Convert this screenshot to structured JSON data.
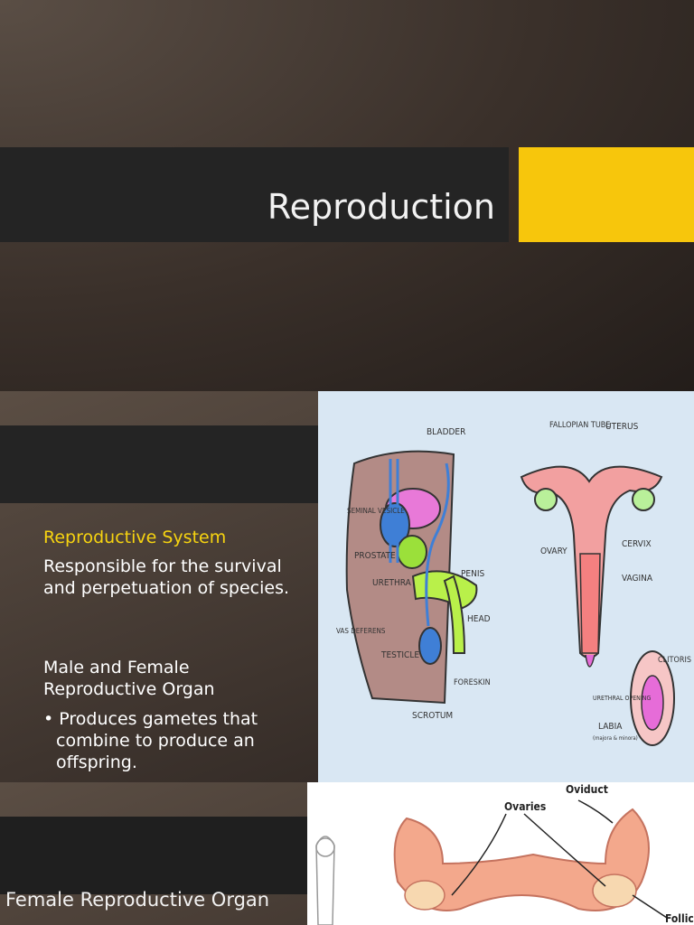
{
  "slide1": {
    "title": "Reproduction"
  },
  "slide2": {
    "subtitle": "Reproductive System",
    "paragraph1": "Responsible for the survival and perpetuation of species.",
    "paragraph2": "Male and Female Reproductive Organ",
    "bullet": "• Produces gametes that combine to produce an offspring.",
    "male_labels": [
      "BLADDER",
      "SEMINAL VESICLE",
      "PROSTATE",
      "URETHRA",
      "PENIS",
      "HEAD",
      "VAS DEFERENS",
      "TESTICLE",
      "FORESKIN",
      "SCROTUM"
    ],
    "female_labels": [
      "FALLOPIAN TUBE",
      "UTERUS",
      "OVARY",
      "CERVIX",
      "VAGINA",
      "CLITORIS",
      "URETHRAL OPENING",
      "LABIA",
      "(majora & minora)"
    ]
  },
  "slide3": {
    "title": "Female Reproductive Organ",
    "labels": [
      "Oviduct",
      "Ovaries",
      "Follicles"
    ]
  },
  "colors": {
    "accent": "#f7c60c",
    "band": "#242424",
    "subtitle": "#f7d410"
  }
}
